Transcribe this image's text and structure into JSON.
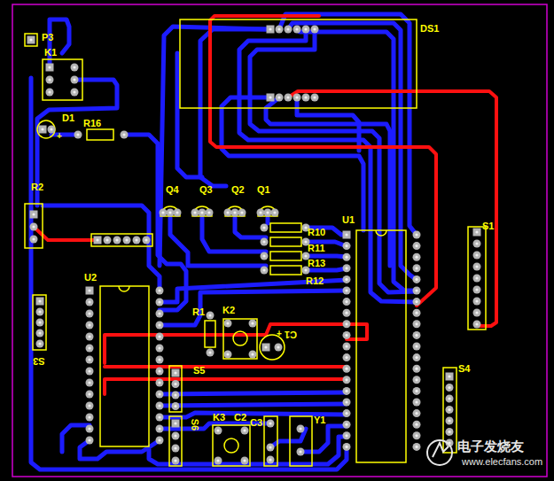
{
  "diagram": {
    "labels": [
      "P3",
      "K1",
      "D1",
      "+",
      "R16",
      "R2",
      "Q4",
      "Q3",
      "Q2",
      "Q1",
      "DS1",
      "U1",
      "S1",
      "R10",
      "R11",
      "R13",
      "R12",
      "U2",
      "S3",
      "R1",
      "K2",
      "+",
      "C1",
      "S5",
      "S4",
      "S6",
      "K3",
      "C2",
      "C3",
      "Y1",
      "电子发烧友",
      "www.elecfans.com"
    ]
  }
}
